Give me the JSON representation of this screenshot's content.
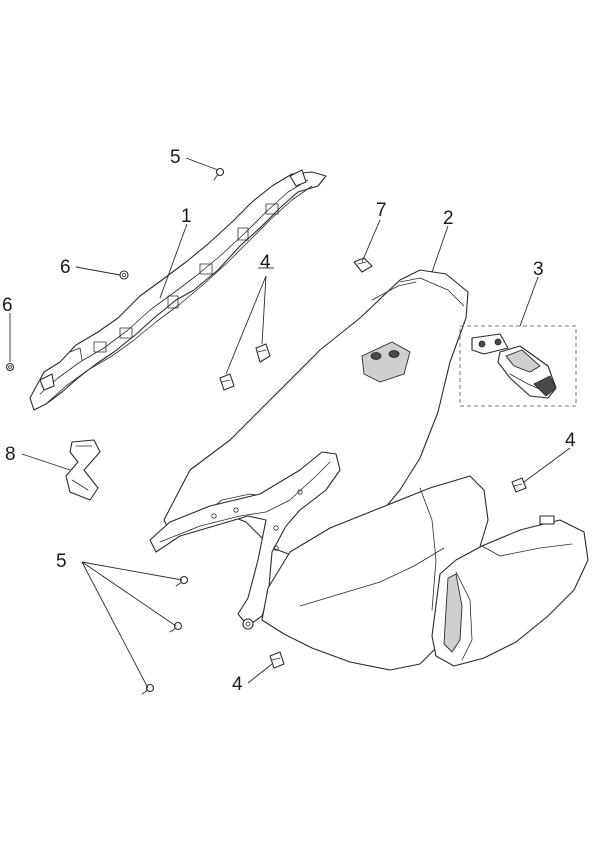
{
  "callouts": [
    {
      "id": "c1",
      "text": "1"
    },
    {
      "id": "c2",
      "text": "2"
    },
    {
      "id": "c3",
      "text": "3"
    },
    {
      "id": "c4a",
      "text": "4"
    },
    {
      "id": "c4b",
      "text": "4"
    },
    {
      "id": "c4c",
      "text": "4"
    },
    {
      "id": "c5a",
      "text": "5"
    },
    {
      "id": "c5b",
      "text": "5"
    },
    {
      "id": "c6a",
      "text": "6"
    },
    {
      "id": "c6b",
      "text": "6"
    },
    {
      "id": "c7",
      "text": "7"
    },
    {
      "id": "c8",
      "text": "8"
    }
  ],
  "colors": {
    "line": "#2b2b2b",
    "fill": "#ffffff",
    "shade": "#cfcfcf",
    "box": "#777777"
  }
}
